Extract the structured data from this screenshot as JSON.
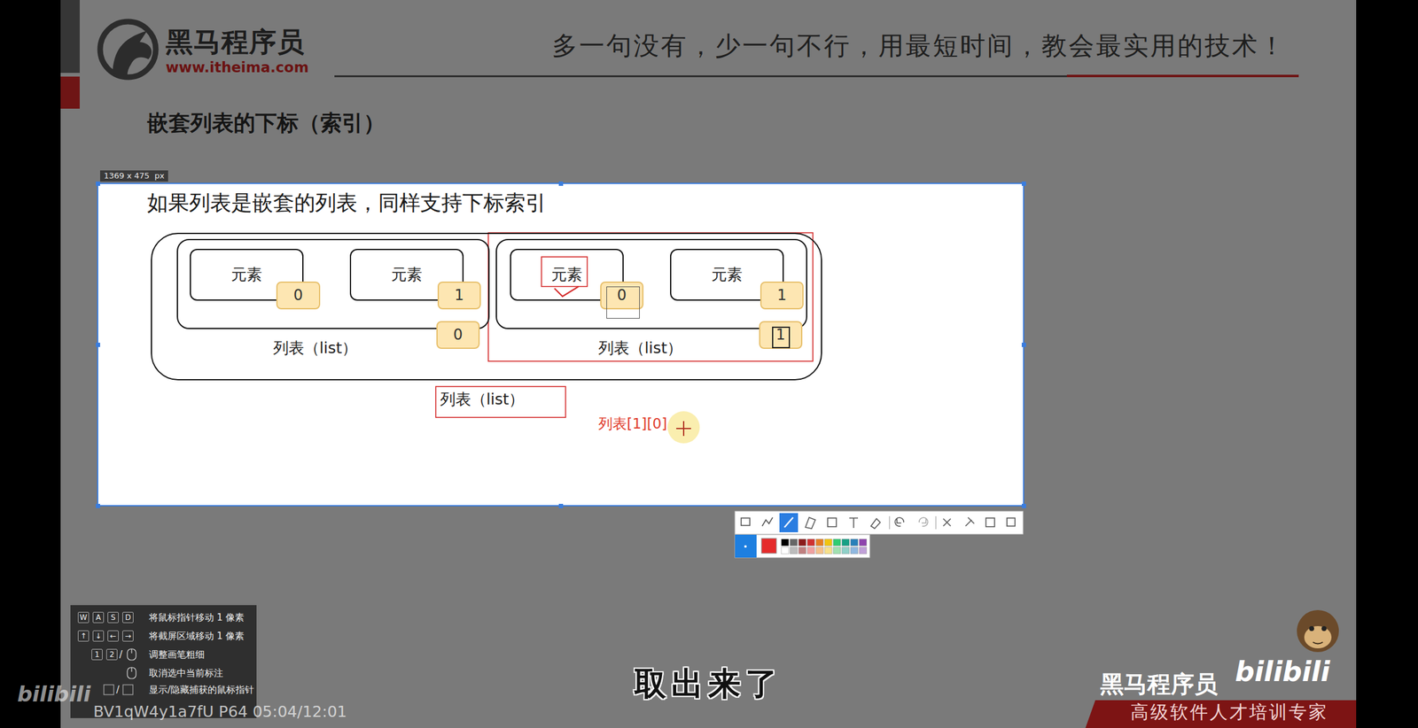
{
  "diagram": {
    "title": "嵌套列表的下标（索引）",
    "nodes": [
      {
        "text": [
          "列表（list）"
        ]
      },
      {
        "text": [
          "列表（list）"
        ],
        "in": 0
      },
      {
        "text": [
          "元素"
        ],
        "in": 1
      },
      {
        "text": [
          "0"
        ],
        "in": 1
      },
      {
        "text": [
          "元素"
        ],
        "in": 1
      },
      {
        "text": [
          "1"
        ],
        "in": 1
      },
      {
        "text": [
          "0"
        ],
        "in": 0
      },
      {
        "text": [
          "列表（list）"
        ],
        "in": 0
      },
      {
        "text": [
          "元素"
        ],
        "in": 7
      },
      {
        "text": [
          "0"
        ],
        "in": 7
      },
      {
        "text": [
          "元素"
        ],
        "in": 7
      },
      {
        "text": [
          "1"
        ],
        "in": 7
      },
      {
        "text": [
          "1"
        ],
        "in": 0
      }
    ],
    "labels": [
      "黑马程序员",
      "www.itheima.com",
      "多一句没有，少一句不行，用最短时间，教会最实用的技术！",
      "1369 x 475  px",
      "如果列表是嵌套的列表，同样支持下标索引",
      "列表[1][0]",
      "W",
      "A",
      "S",
      "D",
      "将鼠标指针移动 1 像素",
      "↑",
      "↓",
      "←",
      "→",
      "将截屏区域移动 1 像素",
      "1",
      "2",
      "/",
      "调整画笔粗细",
      "取消选中当前标注",
      "/",
      "显示/隐藏捕获的鼠标指针",
      "取出来了",
      "黑马程序员",
      "bilibili",
      "高级软件人才培训专家",
      "bilibili",
      "BV1qW4y1a7fU P64 05:04/12:01"
    ]
  }
}
